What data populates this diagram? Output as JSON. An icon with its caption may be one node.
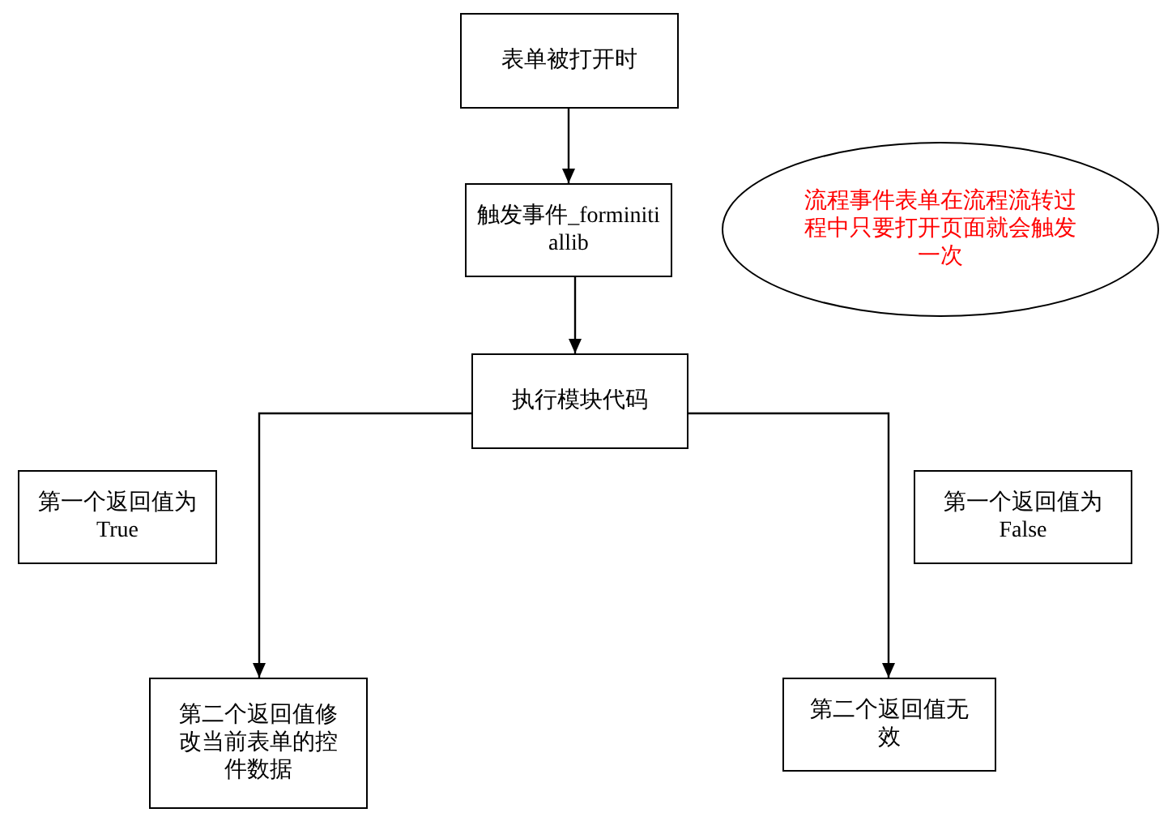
{
  "diagram": {
    "nodes": [
      {
        "text": [
          "表单被打开时"
        ]
      },
      {
        "text": [
          "触发事件_forminitiallib"
        ]
      },
      {
        "text": [
          "执行模块代码"
        ]
      },
      {
        "text": [
          "流程事件表单在流程流转过程中只要打开页面就会触发一次"
        ]
      },
      {
        "text": [
          "第一个返回值为True"
        ]
      },
      {
        "text": [
          "第一个返回值为False"
        ]
      },
      {
        "text": [
          "第二个返回值修改当前表单的控件数据"
        ]
      },
      {
        "text": [
          "第二个返回值无效"
        ]
      }
    ],
    "edges": [
      {
        "from": 0,
        "to": 1,
        "arrow": "to"
      },
      {
        "from": 1,
        "to": 2,
        "arrow": "to"
      },
      {
        "from": 2,
        "to": 6,
        "arrow": "to"
      },
      {
        "from": 2,
        "to": 7,
        "arrow": "to"
      }
    ]
  }
}
